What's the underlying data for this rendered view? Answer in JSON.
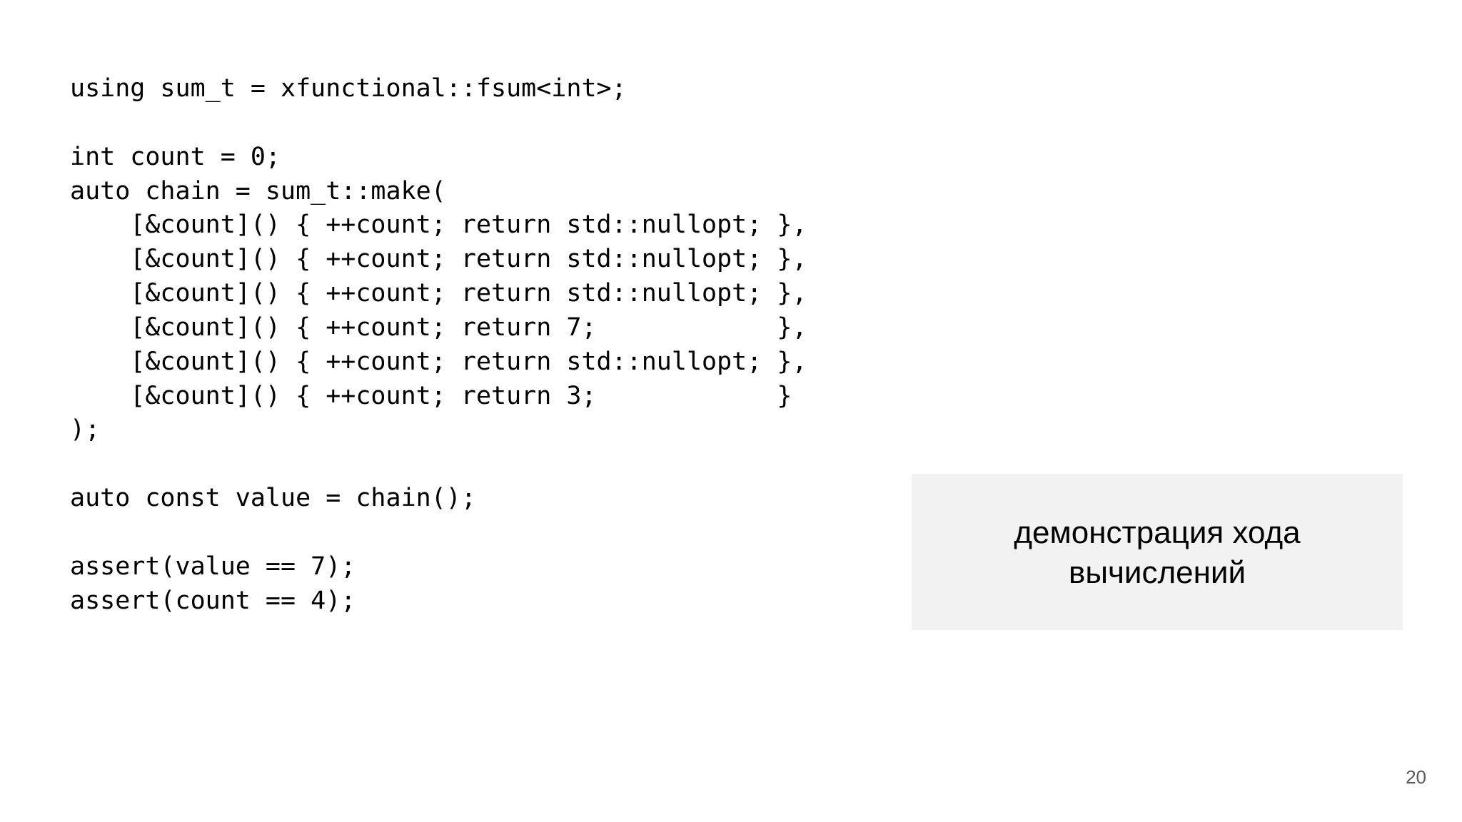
{
  "slide": {
    "code": {
      "lines": [
        "using sum_t = xfunctional::fsum<int>;",
        "",
        "int count = 0;",
        "auto chain = sum_t::make(",
        "    [&count]() { ++count; return std::nullopt; },",
        "    [&count]() { ++count; return std::nullopt; },",
        "    [&count]() { ++count; return std::nullopt; },",
        "    [&count]() { ++count; return 7;            },",
        "    [&count]() { ++count; return std::nullopt; },",
        "    [&count]() { ++count; return 3;            }",
        ");",
        "",
        "auto const value = chain();",
        "",
        "assert(value == 7);",
        "assert(count == 4);"
      ]
    },
    "callout": {
      "lines": [
        "демонстрация хода",
        "вычислений"
      ],
      "background": "#f2f2f2"
    },
    "page_number": "20"
  }
}
